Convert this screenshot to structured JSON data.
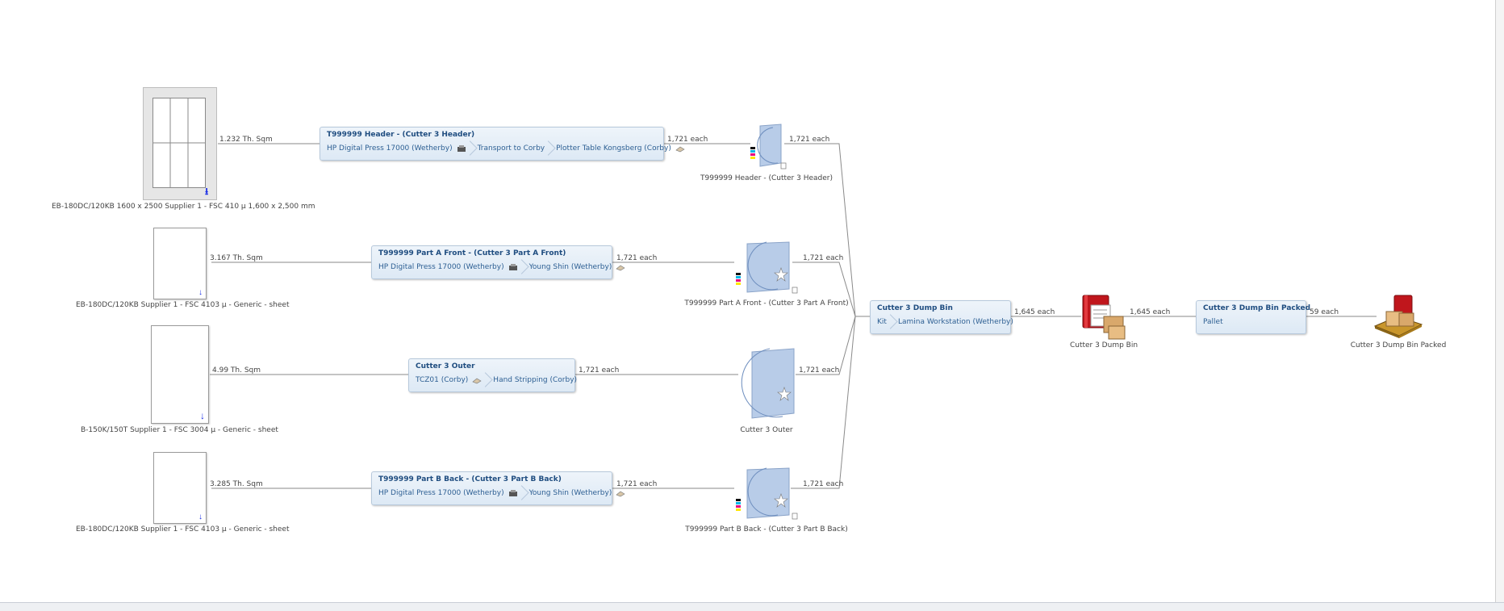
{
  "materials": [
    {
      "caption": "EB-180DC/120KB 1600 x 2500 Supplier 1 - FSC 410 µ 1,600 x 2,500 mm",
      "qty": "1.232 Th. Sqm"
    },
    {
      "caption": "EB-180DC/120KB Supplier 1 - FSC 4103 µ - Generic - sheet",
      "qty": "3.167 Th. Sqm"
    },
    {
      "caption": "B-150K/150T Supplier 1 - FSC 3004 µ - Generic - sheet",
      "qty": "4.99 Th. Sqm"
    },
    {
      "caption": "EB-180DC/120KB Supplier 1 - FSC 4103 µ - Generic - sheet",
      "qty": "3.285 Th. Sqm"
    }
  ],
  "processes": [
    {
      "title": "T999999 Header - (Cutter 3 Header)",
      "steps": [
        "HP Digital Press 17000 (Wetherby)",
        "Transport to Corby",
        "Plotter Table Kongsberg (Corby)"
      ],
      "out_qty": "1,721 each"
    },
    {
      "title": "T999999 Part A Front - (Cutter 3 Part A Front)",
      "steps": [
        "HP Digital Press 17000 (Wetherby)",
        "Young Shin (Wetherby)"
      ],
      "out_qty": "1,721 each"
    },
    {
      "title": "Cutter 3 Outer",
      "steps": [
        "TCZ01 (Corby)",
        "Hand Stripping (Corby)"
      ],
      "out_qty": "1,721 each"
    },
    {
      "title": "T999999 Part B Back - (Cutter 3 Part B Back)",
      "steps": [
        "HP Digital Press 17000 (Wetherby)",
        "Young Shin (Wetherby)"
      ],
      "out_qty": "1,721 each"
    }
  ],
  "parts": [
    {
      "caption": "T999999 Header - (Cutter 3 Header)",
      "qty": "1,721 each"
    },
    {
      "caption": "T999999 Part A Front - (Cutter 3 Part A Front)",
      "qty": "1,721 each"
    },
    {
      "caption": "Cutter 3 Outer",
      "qty": "1,721 each"
    },
    {
      "caption": "T999999 Part B Back - (Cutter 3 Part B Back)",
      "qty": "1,721 each"
    }
  ],
  "dump_bin": {
    "title": "Cutter 3 Dump Bin",
    "steps": [
      "Kit",
      "Lamina Workstation (Wetherby)"
    ],
    "out_qty": "1,645 each"
  },
  "dump_bin_product": {
    "caption": "Cutter 3 Dump Bin",
    "qty": "1,645 each"
  },
  "packed": {
    "title": "Cutter 3 Dump Bin Packed",
    "steps": [
      "Pallet"
    ],
    "out_qty": "59 each"
  },
  "packed_product": {
    "caption": "Cutter 3 Dump Bin Packed"
  }
}
